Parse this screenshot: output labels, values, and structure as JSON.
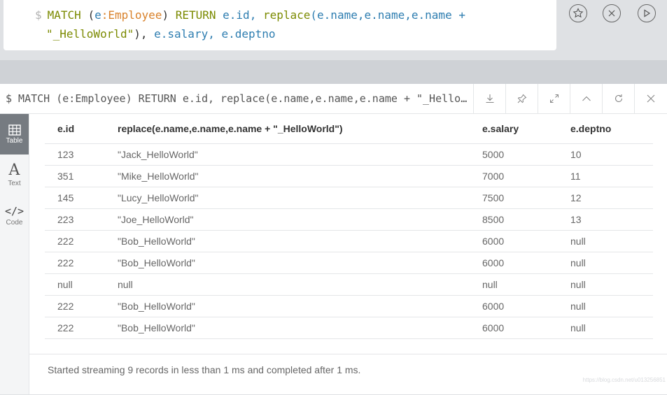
{
  "editor": {
    "dollar": "$",
    "tokens": {
      "match": "MATCH",
      "open_paren": "(",
      "e": "e",
      "colon_label": ":Employee",
      "close_paren": ")",
      "return": "RETURN",
      "eid": "e.id,",
      "replace": "replace",
      "replace_args": "(e.name,e.name,e.name +",
      "string": "\"_HelloWorld\"",
      "after_string": "),",
      "salary": "e.salary,",
      "deptno": "e.deptno"
    },
    "icons": [
      "star-icon",
      "clear-icon",
      "run-icon"
    ]
  },
  "frame": {
    "title": "$ MATCH (e:Employee) RETURN e.id, replace(e.name,e.name,e.name + \"_Hello…",
    "buttons": [
      "download-icon",
      "pin-icon",
      "expand-icon",
      "collapse-icon",
      "rerun-icon",
      "close-icon"
    ]
  },
  "sidebar": {
    "items": [
      {
        "label": "Table",
        "icon": "table-icon",
        "active": true
      },
      {
        "label": "Text",
        "icon": "text-icon",
        "active": false
      },
      {
        "label": "Code",
        "icon": "code-icon",
        "active": false
      }
    ]
  },
  "table": {
    "columns": [
      "e.id",
      "replace(e.name,e.name,e.name + \"_HelloWorld\")",
      "e.salary",
      "e.deptno"
    ],
    "rows": [
      [
        "123",
        "\"Jack_HelloWorld\"",
        "5000",
        "10"
      ],
      [
        "351",
        "\"Mike_HelloWorld\"",
        "7000",
        "11"
      ],
      [
        "145",
        "\"Lucy_HelloWorld\"",
        "7500",
        "12"
      ],
      [
        "223",
        "\"Joe_HelloWorld\"",
        "8500",
        "13"
      ],
      [
        "222",
        "\"Bob_HelloWorld\"",
        "6000",
        "null"
      ],
      [
        "222",
        "\"Bob_HelloWorld\"",
        "6000",
        "null"
      ],
      [
        "null",
        "null",
        "null",
        "null"
      ],
      [
        "222",
        "\"Bob_HelloWorld\"",
        "6000",
        "null"
      ],
      [
        "222",
        "\"Bob_HelloWorld\"",
        "6000",
        "null"
      ]
    ]
  },
  "status": {
    "text": "Started streaming 9 records in less than 1 ms and completed after 1 ms.",
    "watermark": "https://blog.csdn.net/u013256851"
  }
}
